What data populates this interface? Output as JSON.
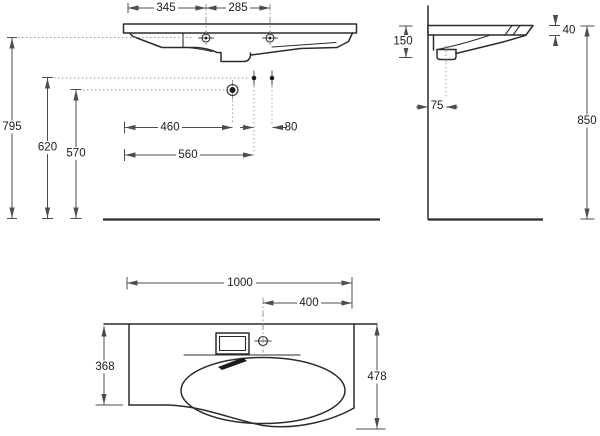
{
  "drawing_type": "washbasin-dimension-drawing",
  "colors": {
    "background": "#ffffff",
    "outline": "#2b2b2b",
    "dimension_lines": "#4d4d4d",
    "text": "#1b1b1b"
  },
  "dimensions_mm": {
    "front_view": {
      "left_faucet_offset": "345",
      "faucet_spacing": "285",
      "rim_height": "795",
      "fixing_holes_height": "620",
      "drain_height": "570",
      "drain_offset": "460",
      "fixing_holes_spacing": "80",
      "fixing_holes_offset": "560"
    },
    "side_view": {
      "apron_drop": "150",
      "rim_thickness": "40",
      "drain_wall_offset": "75",
      "installation_height": "850"
    },
    "top_view": {
      "overall_width": "1000",
      "faucet_offset_from_right": "400",
      "left_end_depth": "368",
      "overall_depth": "478"
    }
  }
}
